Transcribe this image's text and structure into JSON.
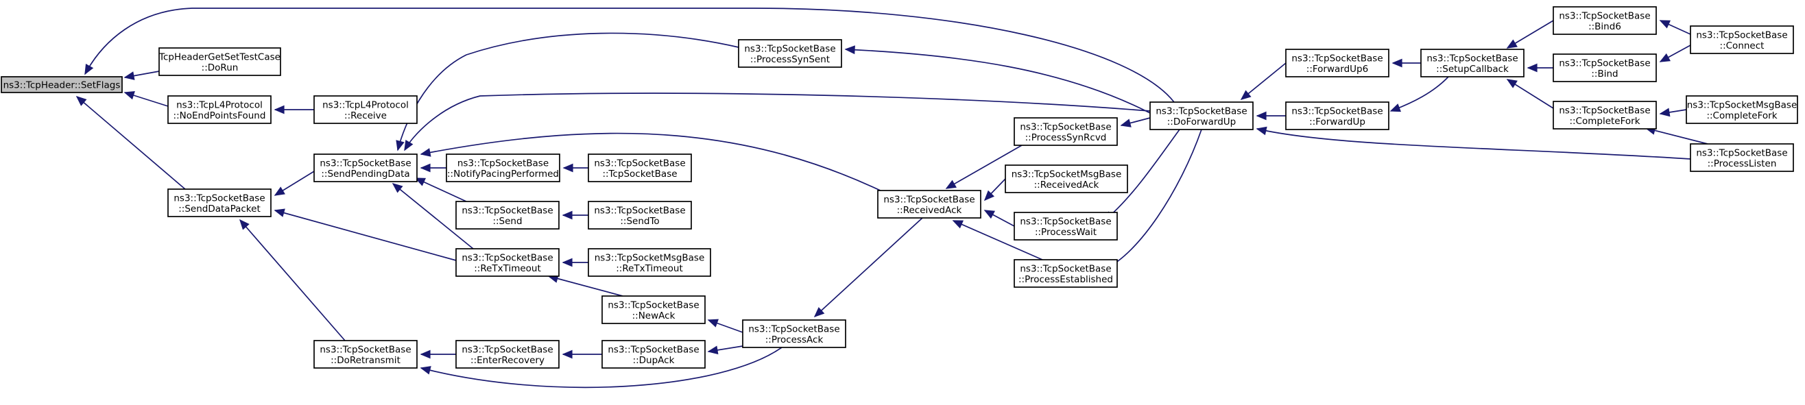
{
  "graph": {
    "nodes": [
      {
        "id": "root",
        "lines": [
          "ns3::TcpHeader::SetFlags"
        ]
      },
      {
        "id": "hdrtest",
        "lines": [
          "TcpHeaderGetSetTestCase",
          "::DoRun"
        ]
      },
      {
        "id": "l4noend",
        "lines": [
          "ns3::TcpL4Protocol",
          "::NoEndPointsFound"
        ]
      },
      {
        "id": "l4recv",
        "lines": [
          "ns3::TcpL4Protocol",
          "::Receive"
        ]
      },
      {
        "id": "senddata",
        "lines": [
          "ns3::TcpSocketBase",
          "::SendDataPacket"
        ]
      },
      {
        "id": "sendpend",
        "lines": [
          "ns3::TcpSocketBase",
          "::SendPendingData"
        ]
      },
      {
        "id": "dortx",
        "lines": [
          "ns3::TcpSocketBase",
          "::DoRetransmit"
        ]
      },
      {
        "id": "notifypace",
        "lines": [
          "ns3::TcpSocketBase",
          "::NotifyPacingPerformed"
        ]
      },
      {
        "id": "send",
        "lines": [
          "ns3::TcpSocketBase",
          "::Send"
        ]
      },
      {
        "id": "retxto",
        "lines": [
          "ns3::TcpSocketBase",
          "::ReTxTimeout"
        ]
      },
      {
        "id": "enterrec",
        "lines": [
          "ns3::TcpSocketBase",
          "::EnterRecovery"
        ]
      },
      {
        "id": "ctor",
        "lines": [
          "ns3::TcpSocketBase",
          "::TcpSocketBase"
        ]
      },
      {
        "id": "sendto",
        "lines": [
          "ns3::TcpSocketBase",
          "::SendTo"
        ]
      },
      {
        "id": "msgretx",
        "lines": [
          "ns3::TcpSocketMsgBase",
          "::ReTxTimeout"
        ]
      },
      {
        "id": "newack",
        "lines": [
          "ns3::TcpSocketBase",
          "::NewAck"
        ]
      },
      {
        "id": "dupack",
        "lines": [
          "ns3::TcpSocketBase",
          "::DupAck"
        ]
      },
      {
        "id": "synsent",
        "lines": [
          "ns3::TcpSocketBase",
          "::ProcessSynSent"
        ]
      },
      {
        "id": "recack",
        "lines": [
          "ns3::TcpSocketBase",
          "::ReceivedAck"
        ]
      },
      {
        "id": "procack",
        "lines": [
          "ns3::TcpSocketBase",
          "::ProcessAck"
        ]
      },
      {
        "id": "synrcvd",
        "lines": [
          "ns3::TcpSocketBase",
          "::ProcessSynRcvd"
        ]
      },
      {
        "id": "msgrecack",
        "lines": [
          "ns3::TcpSocketMsgBase",
          "::ReceivedAck"
        ]
      },
      {
        "id": "procwait",
        "lines": [
          "ns3::TcpSocketBase",
          "::ProcessWait"
        ]
      },
      {
        "id": "procest",
        "lines": [
          "ns3::TcpSocketBase",
          "::ProcessEstablished"
        ]
      },
      {
        "id": "dofwd",
        "lines": [
          "ns3::TcpSocketBase",
          "::DoForwardUp"
        ]
      },
      {
        "id": "fwd6",
        "lines": [
          "ns3::TcpSocketBase",
          "::ForwardUp6"
        ]
      },
      {
        "id": "fwd",
        "lines": [
          "ns3::TcpSocketBase",
          "::ForwardUp"
        ]
      },
      {
        "id": "setupcb",
        "lines": [
          "ns3::TcpSocketBase",
          "::SetupCallback"
        ]
      },
      {
        "id": "bind6",
        "lines": [
          "ns3::TcpSocketBase",
          "::Bind6"
        ]
      },
      {
        "id": "bind",
        "lines": [
          "ns3::TcpSocketBase",
          "::Bind"
        ]
      },
      {
        "id": "cfork",
        "lines": [
          "ns3::TcpSocketBase",
          "::CompleteFork"
        ]
      },
      {
        "id": "connect",
        "lines": [
          "ns3::TcpSocketBase",
          "::Connect"
        ]
      },
      {
        "id": "msgcfork",
        "lines": [
          "ns3::TcpSocketMsgBase",
          "::CompleteFork"
        ]
      },
      {
        "id": "plisten",
        "lines": [
          "ns3::TcpSocketBase",
          "::ProcessListen"
        ]
      }
    ]
  }
}
